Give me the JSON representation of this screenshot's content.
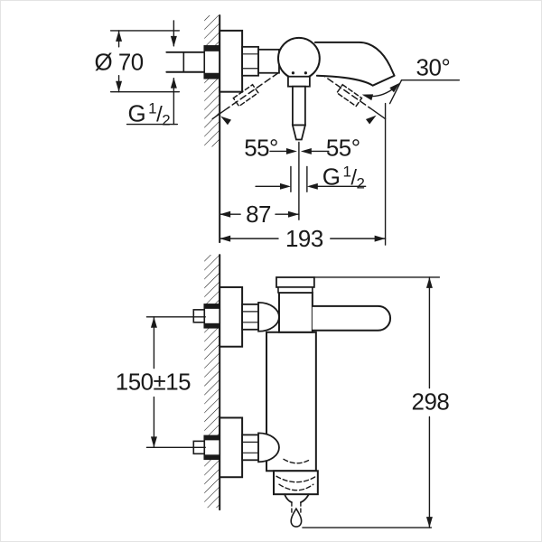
{
  "drawing": {
    "colors": {
      "line": "#1a1a1a",
      "background": "#ffffff",
      "frame_border": "#e3e3e3"
    },
    "top_view": {
      "flange_diameter": "Ø 70",
      "inlet_thread": {
        "prefix": "G",
        "numerator": "1",
        "slash": "/",
        "denominator": "2"
      },
      "handle_swing_left": "55°",
      "handle_swing_right": "55°",
      "spout_angle": "30°",
      "outlet_thread": {
        "prefix": "G",
        "numerator": "1",
        "slash": "/",
        "denominator": "2"
      },
      "wall_to_axis": "87",
      "total_projection": "193"
    },
    "bottom_view": {
      "connection_distance": "150±15",
      "total_height": "298"
    }
  }
}
